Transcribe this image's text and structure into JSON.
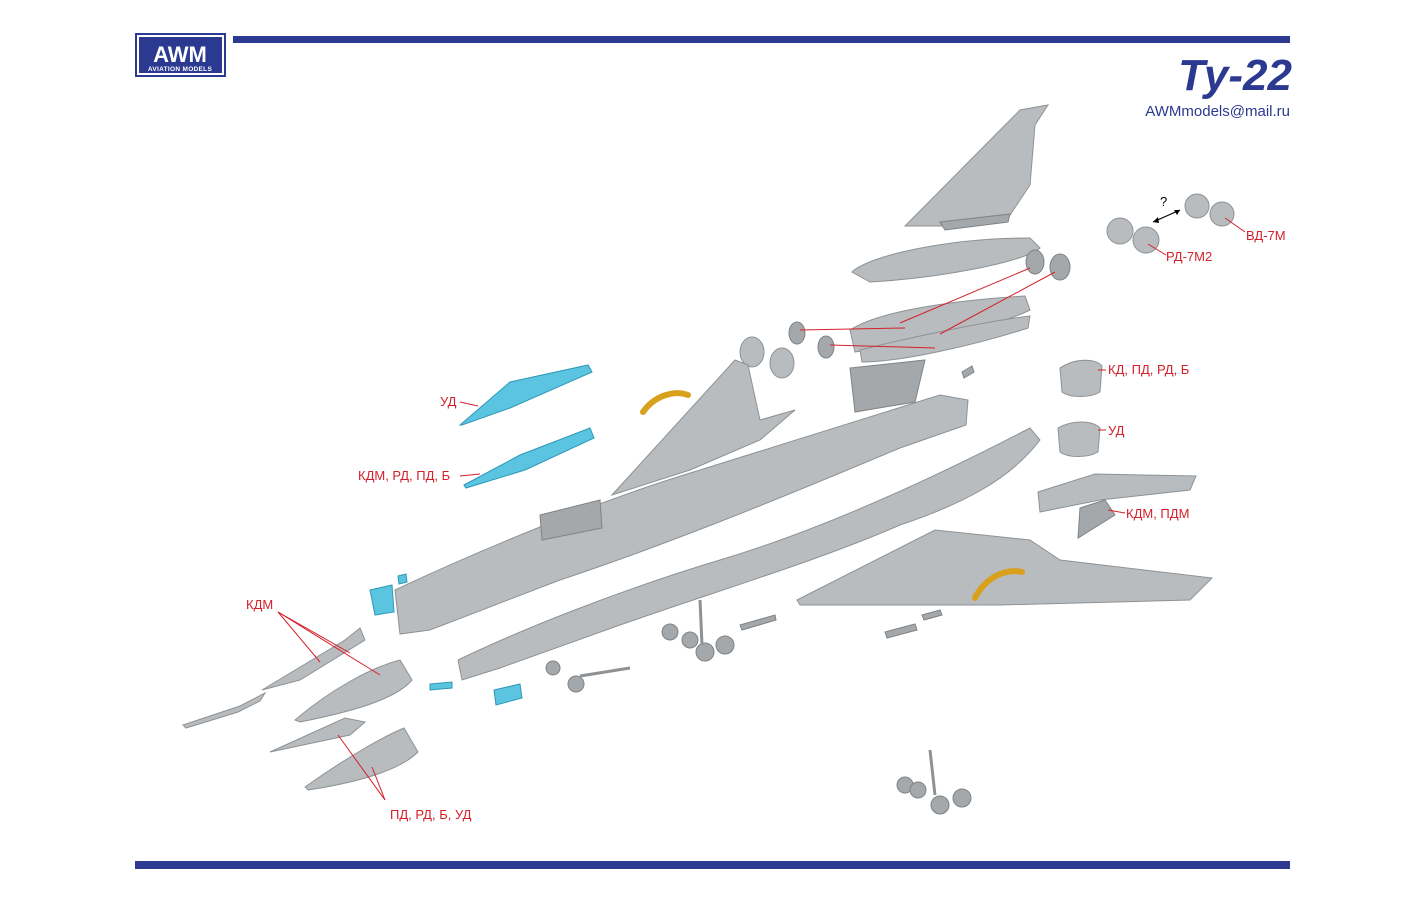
{
  "header": {
    "logo_text": "AWM",
    "logo_subtext": "AVIATION MODELS",
    "title": "Ту-22",
    "email": "AWMmodels@mail.ru"
  },
  "labels": {
    "vd7m": "ВД-7М",
    "rd7m2": "РД-7М2",
    "question": "?",
    "kd_pd_rd_b": "КД, ПД, РД, Б",
    "ud_right": "УД",
    "kdm_pdm": "КДМ, ПДМ",
    "ud_left": "УД",
    "kdm_rd_pd_b": "КДМ, РД, ПД, Б",
    "kdm": "КДМ",
    "pd_rd_b_ud": "ПД, РД, Б, УД"
  },
  "colors": {
    "brand": "#2b3990",
    "label_red": "#d4202a",
    "part_gray": "#b9bcbe",
    "variant_cyan": "#5bc4e0",
    "canopy_gold": "#d9a01b"
  }
}
